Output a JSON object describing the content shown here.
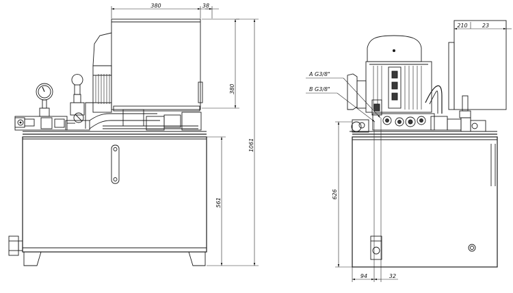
{
  "dimensions": {
    "front_width": "380",
    "front_offset": "38",
    "front_height_motor": "380",
    "tank_height": "561",
    "total_height": "1061",
    "side_top_a": "210",
    "side_top_b": "23",
    "side_tank_height": "626",
    "side_bottom_a": "94",
    "side_bottom_b": "32"
  },
  "ports": {
    "a": "A G3/8\"",
    "b": "B G3/8\""
  }
}
